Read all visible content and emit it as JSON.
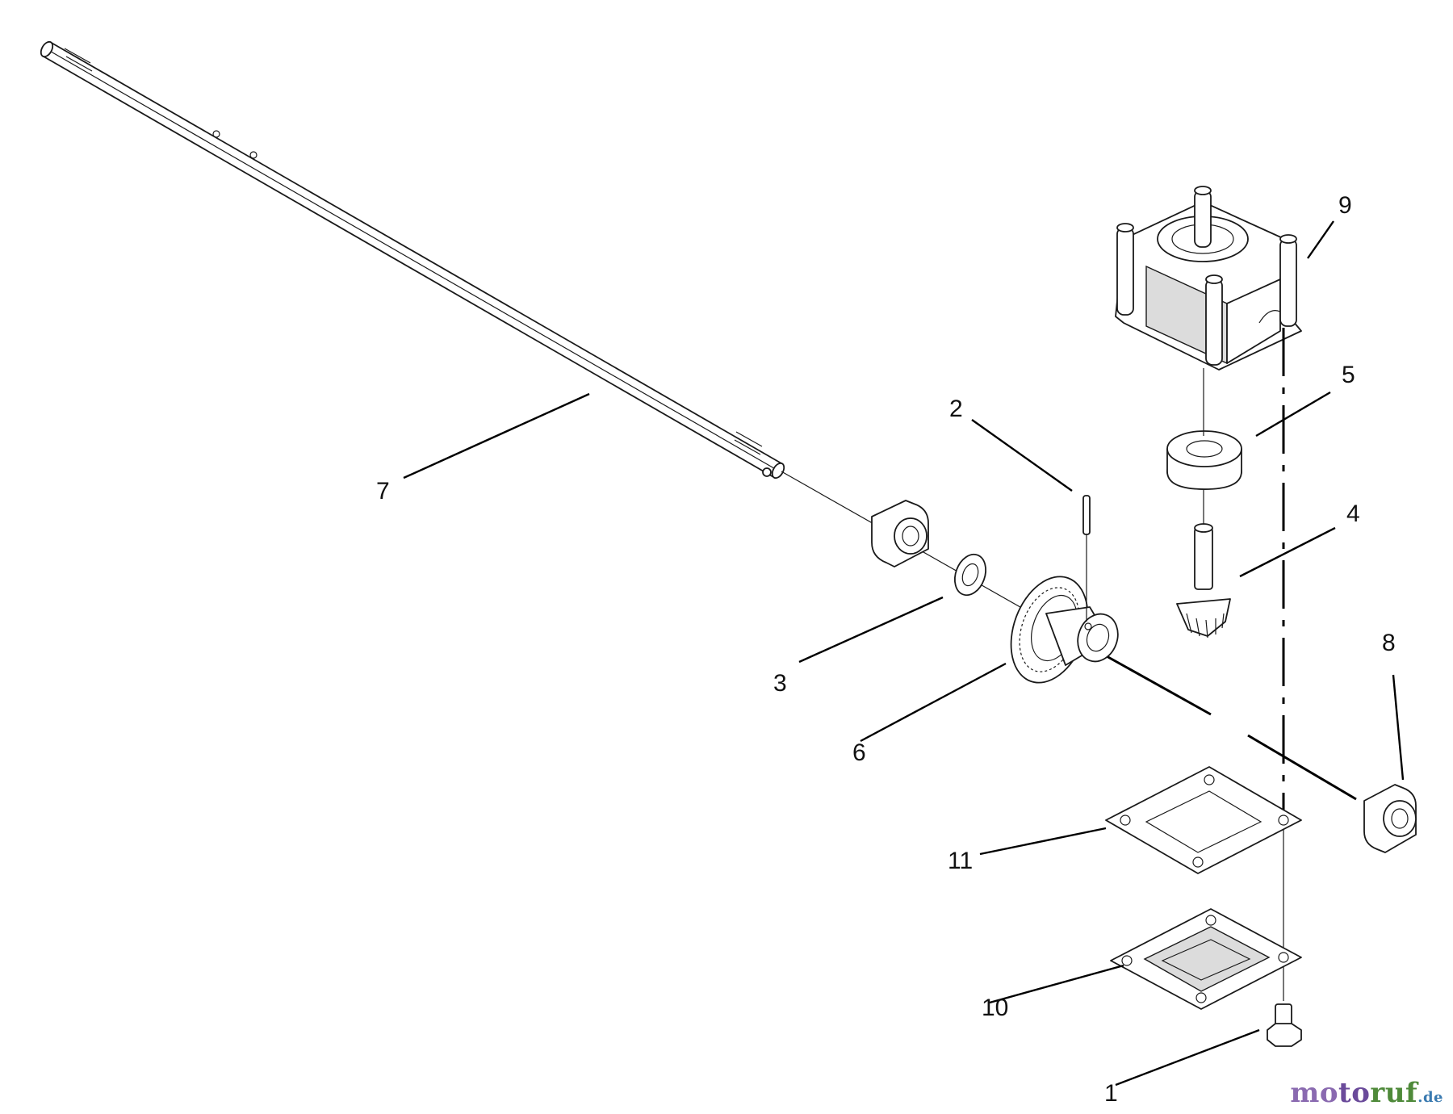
{
  "callouts": [
    {
      "id": "1",
      "label": "1"
    },
    {
      "id": "2",
      "label": "2"
    },
    {
      "id": "3",
      "label": "3"
    },
    {
      "id": "4",
      "label": "4"
    },
    {
      "id": "5",
      "label": "5"
    },
    {
      "id": "6",
      "label": "6"
    },
    {
      "id": "7",
      "label": "7"
    },
    {
      "id": "8",
      "label": "8"
    },
    {
      "id": "9",
      "label": "9"
    },
    {
      "id": "10",
      "label": "10"
    },
    {
      "id": "11",
      "label": "11"
    }
  ],
  "watermark": {
    "part_a": "mo",
    "part_b": "to",
    "part_c": "ruf",
    "part_d": ".de"
  },
  "colors": {
    "line": "#1a1a1a",
    "background": "#ffffff",
    "watermark_purple": "#8a6ab0",
    "watermark_green": "#4f8a3a"
  }
}
